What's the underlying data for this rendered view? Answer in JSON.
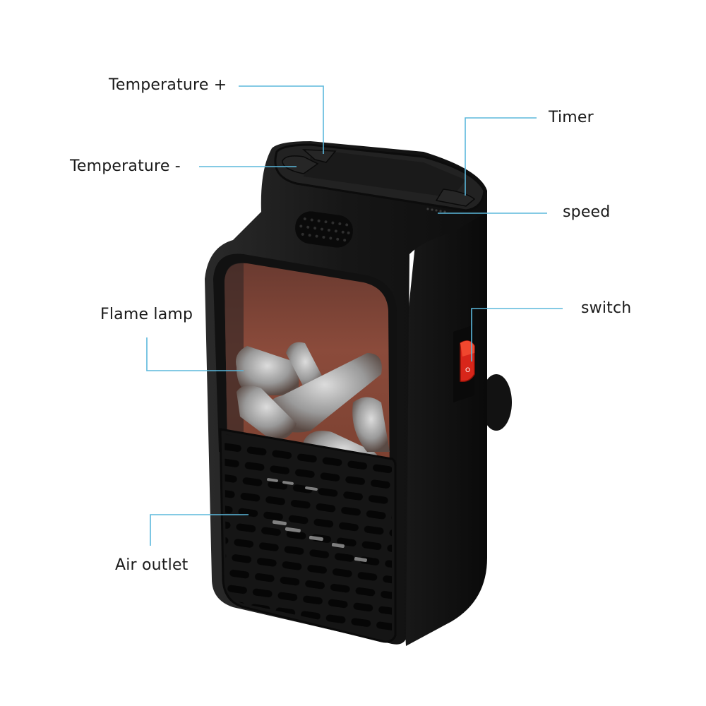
{
  "diagram": {
    "subject": "Mini flame-effect wall plug-in heater",
    "accent_line_color": "#5bb8dc",
    "body_color": "#1b1b1b",
    "flame_panel_color": "#8a4a3a",
    "switch_color": "#d8261a",
    "switch_mark": "O",
    "labels": {
      "temp_plus": "Temperature +",
      "temp_minus": "Temperature -",
      "timer": "Timer",
      "speed": "speed",
      "switch": "switch",
      "flame_lamp": "Flame lamp",
      "air_outlet": "Air outlet"
    }
  }
}
